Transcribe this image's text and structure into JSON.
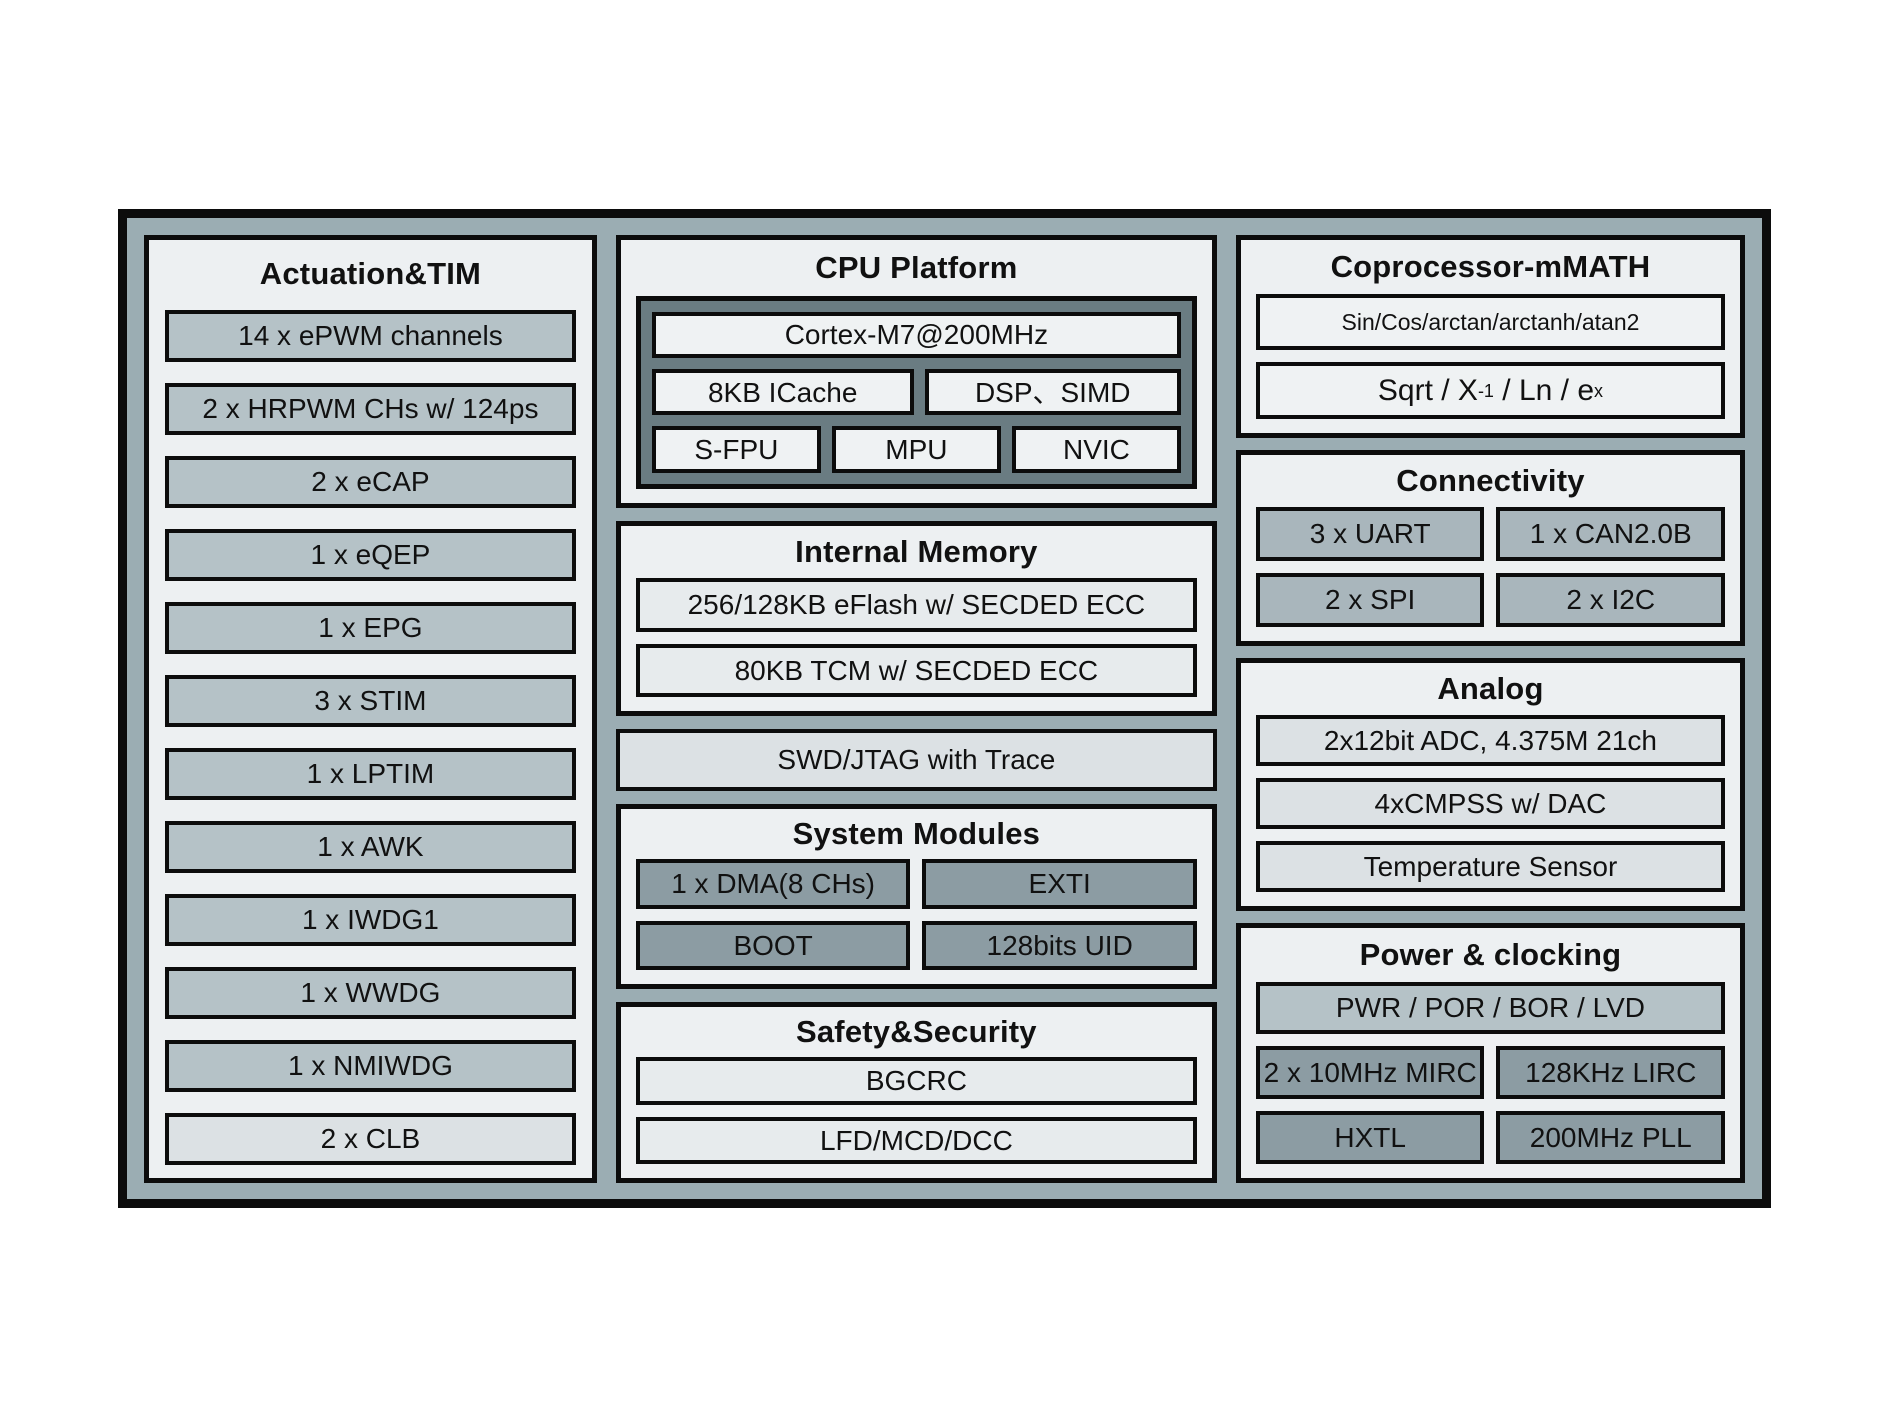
{
  "left_panel": {
    "title": "Actuation&TIM",
    "items": [
      "14 x ePWM channels",
      "2 x HRPWM CHs w/ 124ps",
      "2 x eCAP",
      "1 x eQEP",
      "1 x EPG",
      "3 x STIM",
      "1 x LPTIM",
      "1 x AWK",
      "1 x IWDG1",
      "1 x WWDG",
      "1 x NMIWDG",
      "2 x CLB"
    ]
  },
  "cpu": {
    "title": "CPU Platform",
    "core": "Cortex-M7@200MHz",
    "row2": [
      "8KB ICache",
      "DSP、SIMD"
    ],
    "row3": [
      "S-FPU",
      "MPU",
      "NVIC"
    ]
  },
  "memory": {
    "title": "Internal Memory",
    "rows": [
      "256/128KB eFlash w/ SECDED ECC",
      "80KB TCM w/ SECDED ECC"
    ]
  },
  "debug": {
    "label": "SWD/JTAG with Trace"
  },
  "system": {
    "title": "System Modules",
    "cells": [
      "1 x DMA(8 CHs)",
      "EXTI",
      "BOOT",
      "128bits UID"
    ]
  },
  "safety": {
    "title": "Safety&Security",
    "rows": [
      "BGCRC",
      "LFD/MCD/DCC"
    ]
  },
  "coprocessor": {
    "title": "Coprocessor-mMATH",
    "row1": "Sin/Cos/arctan/arctanh/atan2",
    "row2": {
      "base1": "Sqrt / X",
      "sup1": "-1",
      "base2": " / Ln / e",
      "sup2": "x"
    }
  },
  "connectivity": {
    "title": "Connectivity",
    "cells": [
      "3 x UART",
      "1 x CAN2.0B",
      "2 x SPI",
      "2 x I2C"
    ]
  },
  "analog": {
    "title": "Analog",
    "rows": [
      "2x12bit ADC, 4.375M 21ch",
      "4xCMPSS w/ DAC",
      "Temperature Sensor"
    ]
  },
  "power": {
    "title": "Power & clocking",
    "top": "PWR / POR / BOR / LVD",
    "cells": [
      "2 x 10MHz MIRC",
      "128KHz LIRC",
      "HXTL",
      "200MHz PLL"
    ]
  },
  "palette": {
    "frame": "#9BADB3",
    "panel_bg": "#EDF0F2",
    "cpu_container": "#6A7C82",
    "block_dark": "#8C9CA3",
    "block_medium": "#A9B6BC",
    "block_medium_light": "#B5C2C7",
    "block_light": "#DCE1E4",
    "border": "#0C0C0C",
    "text": "#111111"
  }
}
